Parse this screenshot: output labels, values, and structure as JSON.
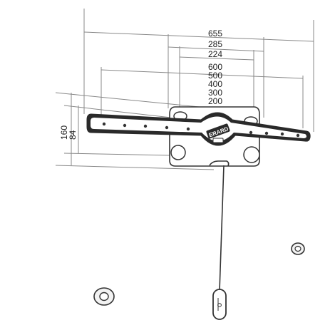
{
  "diagram": {
    "widths": [
      "655",
      "285",
      "224",
      "600",
      "500",
      "400",
      "300",
      "200"
    ],
    "heights": [
      "160",
      "84"
    ],
    "brand": "ERARD"
  },
  "colors": {
    "line": "#333333",
    "dim_line": "#888888",
    "bracket_fill": "#2a2a2a",
    "bracket_inner": "#ffffff"
  }
}
